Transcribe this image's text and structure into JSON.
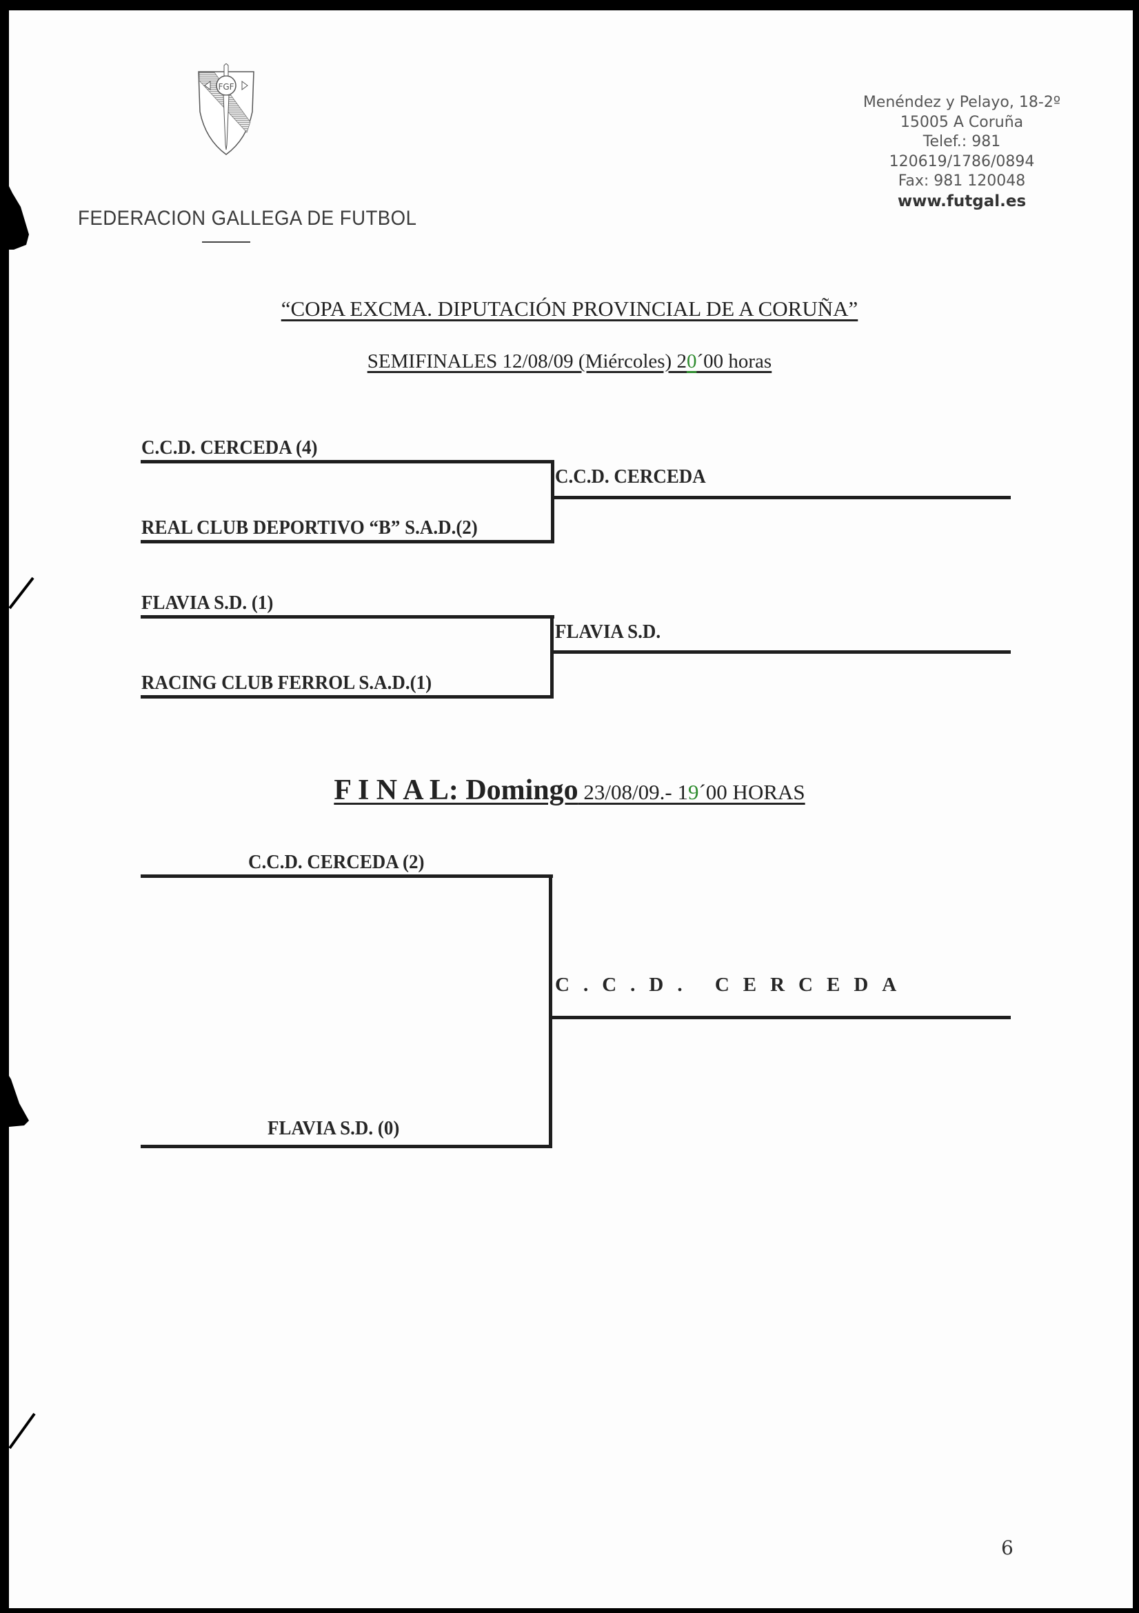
{
  "header": {
    "organization": "FEDERACION GALLEGA DE FUTBOL",
    "logo_icon": "fgf-shield-logo-icon",
    "address_lines": [
      "Menéndez y Pelayo, 18-2º",
      "15005 A Coruña",
      "Telef.: 981 120619/1786/0894",
      "Fax: 981 120048"
    ],
    "website": "www.futgal.es"
  },
  "competition": {
    "title": "“COPA EXCMA. DIPUTACIÓN PROVINCIAL DE A CORUÑA”"
  },
  "semifinals": {
    "heading_prefix": "SEMIFINALES  12/08/09  (Miércoles) 2",
    "heading_highlight": "0",
    "heading_suffix": "´00 horas",
    "highlight_color": "#2e8b2e",
    "matches": [
      {
        "team_a": "C.C.D. CERCEDA (4)",
        "team_b": "REAL CLUB DEPORTIVO “B” S.A.D.(2)",
        "winner": "C.C.D. CERCEDA"
      },
      {
        "team_a": "FLAVIA S.D. (1)",
        "team_b": "RACING CLUB FERROL S.A.D.(1)",
        "winner": "FLAVIA S.D."
      }
    ]
  },
  "final": {
    "heading_big": "F I N A L: Domingo",
    "heading_small_prefix": " 23/08/09.- 1",
    "heading_small_highlight": "9",
    "heading_small_suffix": "´00 HORAS",
    "team_a": "C.C.D. CERCEDA (2)",
    "team_b": "FLAVIA S.D. (0)",
    "winner": "C.C.D. CERCEDA"
  },
  "page_number": "6"
}
